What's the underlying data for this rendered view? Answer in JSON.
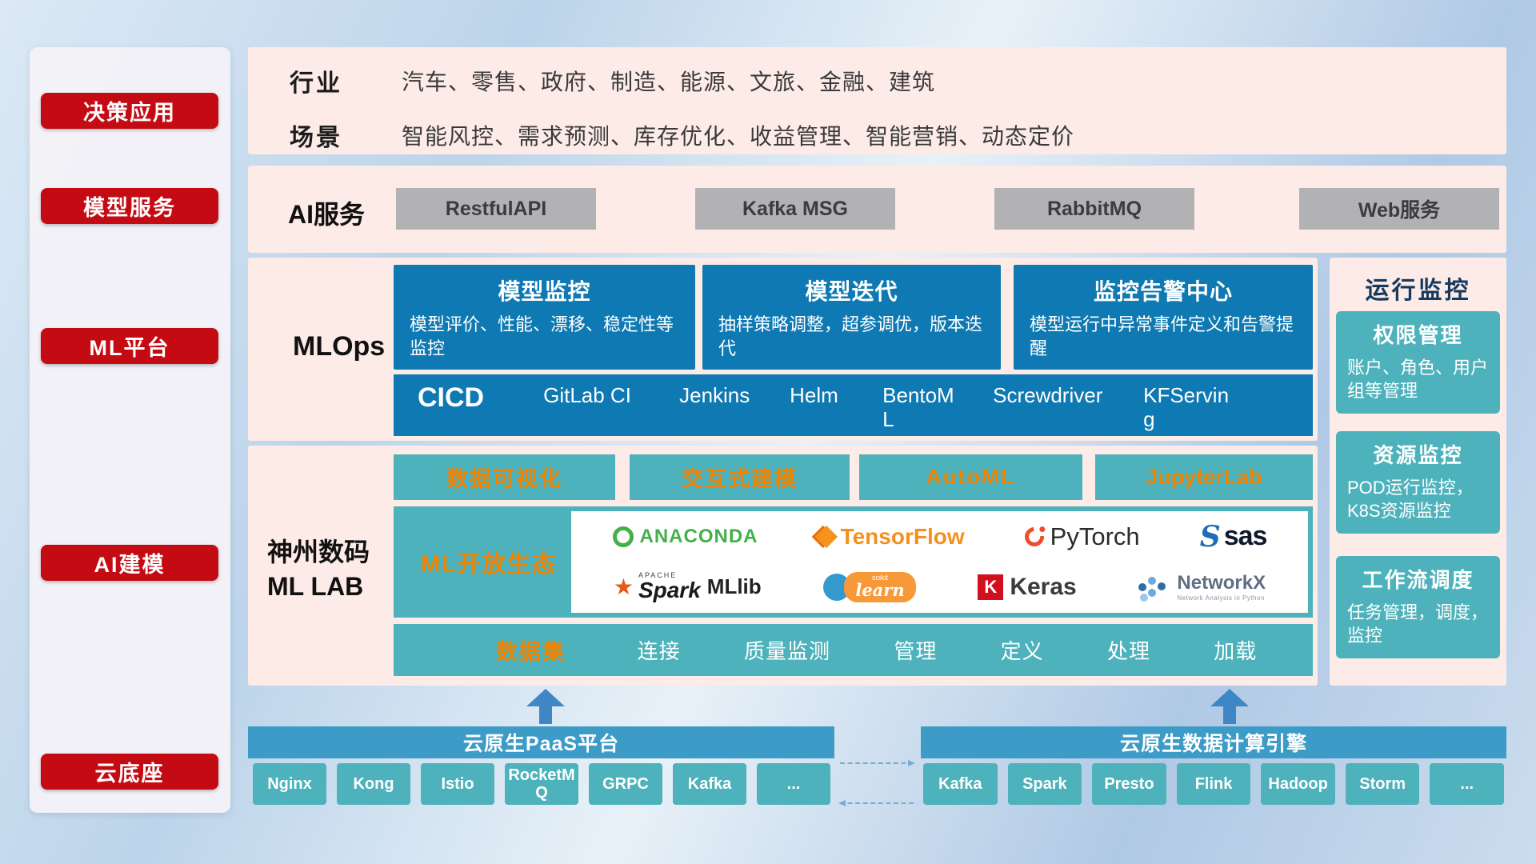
{
  "colors": {
    "accent_red": "#c40a12",
    "panel_pink": "#fcebe6",
    "box_blue": "#0e79b2",
    "box_teal": "#4db2bb",
    "accent_orange": "#f08300",
    "bar_blue": "#3d9bc7",
    "button_gray": "#b2b2b4",
    "title_navy": "#15395f"
  },
  "sidebar": {
    "items": [
      {
        "label": "决策应用"
      },
      {
        "label": "模型服务"
      },
      {
        "label": "ML平台"
      },
      {
        "label": "AI建模"
      },
      {
        "label": "云底座"
      }
    ]
  },
  "industry": {
    "row1_label": "行业",
    "row1_text": "汽车、零售、政府、制造、能源、文旅、金融、建筑",
    "row2_label": "场景",
    "row2_text": "智能风控、需求预测、库存优化、收益管理、智能营销、动态定价"
  },
  "ai_service": {
    "label": "AI服务",
    "buttons": [
      {
        "label": "RestfulAPI"
      },
      {
        "label": "Kafka MSG"
      },
      {
        "label": "RabbitMQ"
      },
      {
        "label": "Web服务"
      }
    ]
  },
  "mlops": {
    "label": "MLOps",
    "cards": [
      {
        "title": "模型监控",
        "desc": "模型评价、性能、漂移、稳定性等监控"
      },
      {
        "title": "模型迭代",
        "desc": "抽样策略调整，超参调优，版本迭代"
      },
      {
        "title": "监控告警中心",
        "desc": "模型运行中异常事件定义和告警提醒"
      }
    ],
    "cicd_label": "CICD",
    "cicd_items": [
      {
        "label": "GitLab CI"
      },
      {
        "label": "Jenkins"
      },
      {
        "label": "Helm"
      },
      {
        "label": "BentoML"
      },
      {
        "label": "Screwdriver"
      },
      {
        "label": "KFServing"
      }
    ]
  },
  "mllab": {
    "label_line1": "神州数码",
    "label_line2": "ML LAB",
    "top_buttons": [
      {
        "label": "数据可视化"
      },
      {
        "label": "交互式建模"
      },
      {
        "label": "AutoML"
      },
      {
        "label": "JupyterLab"
      }
    ],
    "ecosystem_label": "ML开放生态",
    "logos": {
      "anaconda": {
        "label": "ANACONDA"
      },
      "tensorflow": {
        "label": "TensorFlow"
      },
      "pytorch": {
        "label": "PyTorch"
      },
      "sas": {
        "label": "sas"
      },
      "spark": {
        "sub": "APACHE",
        "label": "Spark"
      },
      "mllib": {
        "label": "MLlib"
      },
      "sklearn": {
        "sub": "scikit",
        "label": "learn"
      },
      "keras": {
        "label": "Keras"
      },
      "networkx": {
        "label": "NetworkX",
        "sub": "Network Analysis in Python"
      }
    },
    "dataset_label": "数据集",
    "dataset_items": [
      {
        "label": "连接"
      },
      {
        "label": "质量监测"
      },
      {
        "label": "管理"
      },
      {
        "label": "定义"
      },
      {
        "label": "处理"
      },
      {
        "label": "加载"
      }
    ]
  },
  "monitoring": {
    "title": "运行监控",
    "cards": [
      {
        "title": "权限管理",
        "desc": "账户、角色、用户组等管理"
      },
      {
        "title": "资源监控",
        "desc": "POD运行监控，K8S资源监控"
      },
      {
        "title": "工作流调度",
        "desc": "任务管理，调度，监控"
      }
    ]
  },
  "cloud": {
    "paas_title": "云原生PaaS平台",
    "paas_items": [
      {
        "label": "Nginx"
      },
      {
        "label": "Kong"
      },
      {
        "label": "Istio"
      },
      {
        "label": "RocketMQ"
      },
      {
        "label": "GRPC"
      },
      {
        "label": "Kafka"
      },
      {
        "label": "..."
      }
    ],
    "engine_title": "云原生数据计算引擎",
    "engine_items": [
      {
        "label": "Kafka"
      },
      {
        "label": "Spark"
      },
      {
        "label": "Presto"
      },
      {
        "label": "Flink"
      },
      {
        "label": "Hadoop"
      },
      {
        "label": "Storm"
      },
      {
        "label": "..."
      }
    ]
  }
}
